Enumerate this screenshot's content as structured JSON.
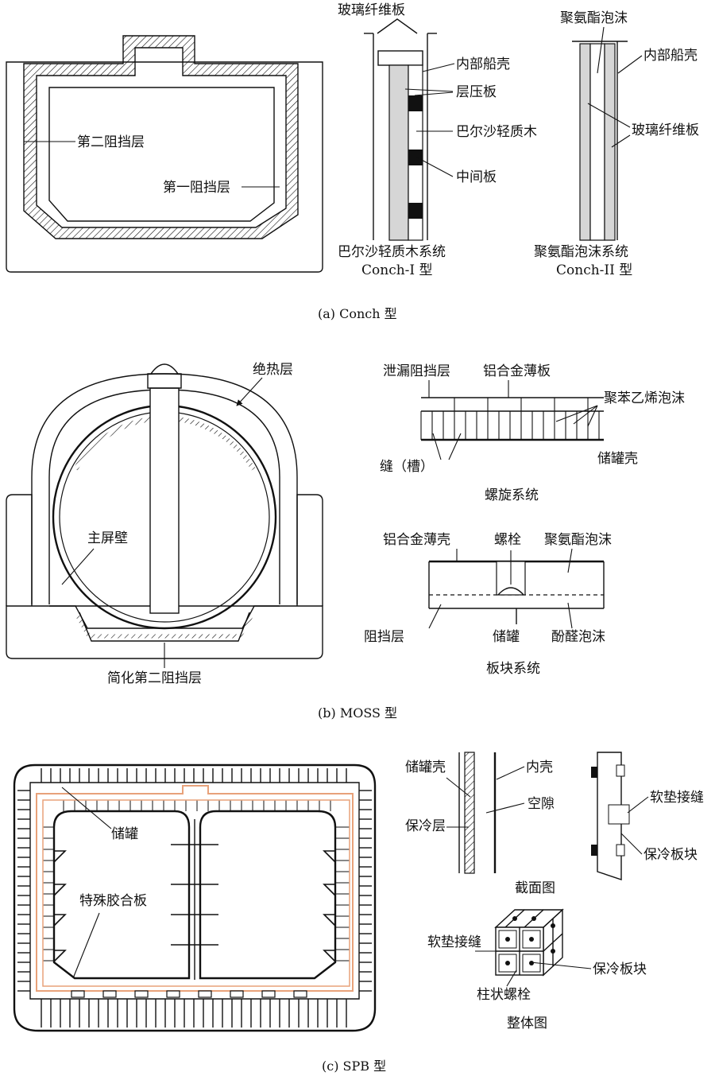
{
  "panels": {
    "a": {
      "caption": "(a) Conch 型",
      "hull_labels": {
        "secondary": "第二阻挡层",
        "primary": "第一阻挡层"
      },
      "conch1": {
        "top_label": "玻璃纤维板",
        "labels": [
          "内部船壳",
          "层压板",
          "巴尔沙轻质木",
          "中间板"
        ],
        "system": "巴尔沙轻质木系统",
        "type": "Conch-I 型"
      },
      "conch2": {
        "labels": [
          "聚氨酯泡沫",
          "内部船壳",
          "玻璃纤维板"
        ],
        "system": "聚氨酯泡沫系统",
        "type": "Conch-II 型"
      }
    },
    "b": {
      "caption": "(b) MOSS 型",
      "tank_labels": {
        "insulation": "绝热层",
        "primary": "主屏壁",
        "secondary": "简化第二阻挡层"
      },
      "spiral": {
        "labels": {
          "leak_barrier": "泄漏阻挡层",
          "al_sheet": "铝合金薄板",
          "foam": "聚苯乙烯泡沫",
          "slot": "缝（槽）",
          "shell": "储罐壳"
        },
        "title": "螺旋系统"
      },
      "panel_sys": {
        "labels": {
          "al_shell": "铝合金薄壳",
          "bolt": "螺栓",
          "pu_foam": "聚氨酯泡沫",
          "barrier": "阻挡层",
          "tank": "储罐",
          "phenolic": "酚醛泡沫"
        },
        "title": "板块系统"
      }
    },
    "c": {
      "caption": "(c) SPB 型",
      "hull_labels": {
        "tank": "储罐",
        "plywood": "特殊胶合板"
      },
      "section": {
        "labels": {
          "tank_shell": "储罐壳",
          "inner_hull": "内壳",
          "gap": "空隙",
          "insulation": "保冷层",
          "soft_joint": "软垫接缝",
          "block": "保冷板块"
        },
        "title": "截面图"
      },
      "overall": {
        "labels": {
          "soft_joint": "软垫接缝",
          "block": "保冷板块",
          "bolt": "柱状螺栓"
        },
        "title": "整体图"
      }
    }
  },
  "colors": {
    "ink": "#111111",
    "plywood": "#e8a27a",
    "fill_gray": "#d6d6d6",
    "fill_dark": "#111111"
  }
}
